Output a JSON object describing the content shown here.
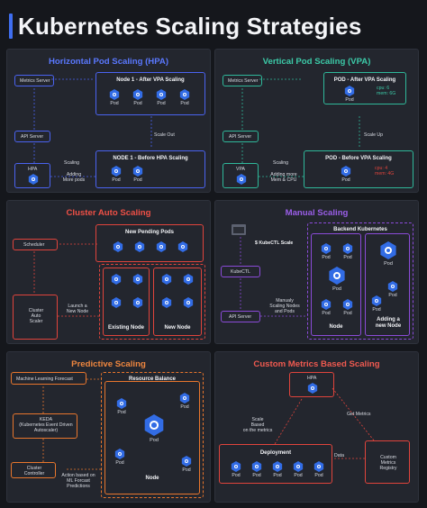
{
  "title": "Kubernetes Scaling Strategies",
  "colors": {
    "blue": "#4a63f0",
    "green": "#2fb89a",
    "red": "#e0443c",
    "purple": "#8b4bd8",
    "orange": "#e8762d",
    "pod": "#326ce5"
  },
  "hpa": {
    "title": "Horizontal Pod Scaling (HPA)",
    "metrics_server": "Metrics Server",
    "api_server": "API Server",
    "hpa": "HPA",
    "scaling": "Scaling",
    "adding_more_pods": "Adding\nMore pods",
    "scale_out": "Scale Out",
    "node_after": "Node 1 - After VPA Scaling",
    "node_before": "NODE 1 - Before HPA Scaling",
    "pod": "Pod"
  },
  "vpa": {
    "title": "Vertical Pod Scaling (VPA)",
    "metrics_server": "Metrics Server",
    "api_server": "API Server",
    "vpa": "VPA",
    "scaling": "Scaling",
    "adding_more": "Adding more\nMem & CPU",
    "scale_up": "Scale Up",
    "pod_after": "POD - After VPA Scaling",
    "pod_before": "POD - Before VPA Scaling",
    "cpu_after": "cpu: 6",
    "mem_after": "mem: 6G",
    "cpu_before": "cpu: 4",
    "mem_before": "mem: 4G",
    "pod": "Pod"
  },
  "cluster": {
    "title": "Cluster Auto Scaling",
    "new_pending_pods": "New Pending Pods",
    "scheduler": "Scheduler",
    "cluster_auto_scaler": "Cluster\nAuto\nScaler",
    "launch_new_node": "Launch a\nNew Node",
    "existing_node": "Existing Node",
    "new_node": "New Node"
  },
  "manual": {
    "title": "Manual Scaling",
    "command": "$ KubeCTL Scale",
    "kubectl": "KubeCTL",
    "api_server": "API Server",
    "manually_scaling": "Manualy\nScaling Nodes\nand Pods",
    "backend": "Backend Kubernetes",
    "node": "Node",
    "adding_node": "Adding a\nnew Node",
    "pod": "Pod"
  },
  "predictive": {
    "title": "Predictive Scaling",
    "ml_forecast": "Machine Learning Forecast",
    "keda": "KEDA\n(Kubernetes Event Driven\nAutoscaler)",
    "cluster_controller": "Cluster\nController",
    "resource_balance": "Resource Balance",
    "action": "Action based on\nML Forcast\nPredictions",
    "node": "Node",
    "pod": "Pod"
  },
  "custom": {
    "title": "Custom Metrics Based Scaling",
    "hpa": "HPA",
    "scale_based": "Scale\nBased\non the metrics",
    "get_metrics": "Get Metrics",
    "data": "Data",
    "deployment": "Deployment",
    "registry": "Custom\nMetrics\nRegistry",
    "pod": "Pod"
  }
}
